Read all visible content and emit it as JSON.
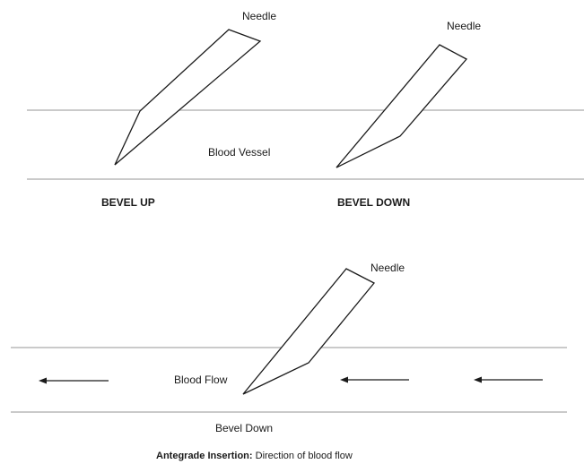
{
  "top_panel": {
    "needle_left_label": "Needle",
    "needle_right_label": "Needle",
    "vessel_label": "Blood Vessel",
    "bevel_up_label": "BEVEL UP",
    "bevel_down_label": "BEVEL DOWN"
  },
  "bottom_panel": {
    "needle_label": "Needle",
    "flow_label": "Blood Flow",
    "bevel_label": "Bevel Down",
    "caption_bold": "Antegrade Insertion:",
    "caption_text": " Direction of blood flow"
  },
  "colors": {
    "vessel_line": "#b9b9b9",
    "ink": "#1a1a1a",
    "background": "#ffffff"
  }
}
